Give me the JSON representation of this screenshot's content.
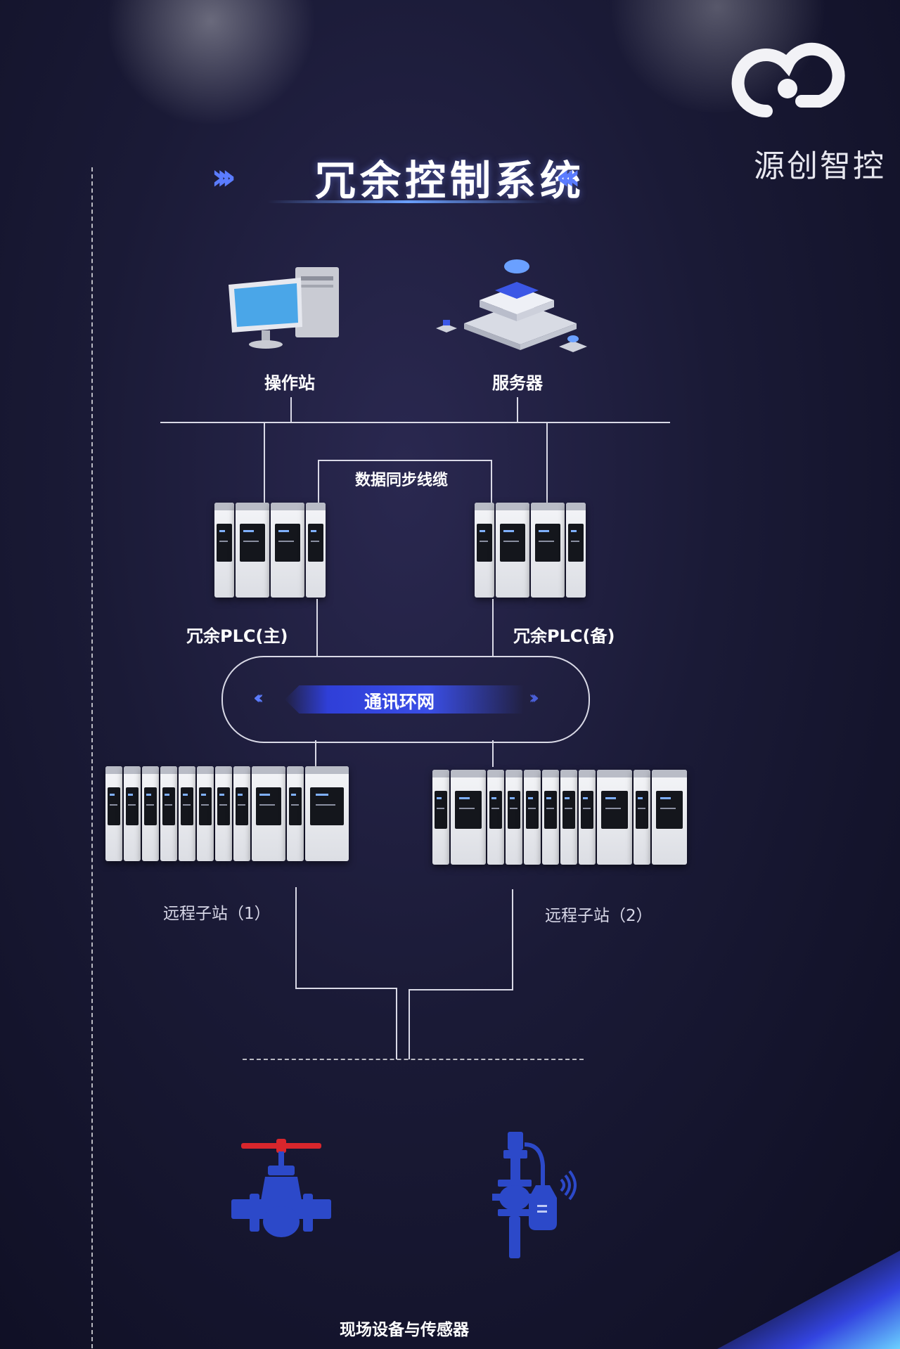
{
  "title": "冗余控制系统",
  "brand": {
    "name": "源创智控"
  },
  "nodes": {
    "operator_station": "操作站",
    "server": "服务器",
    "sync_cable": "数据同步线缆",
    "plc_primary": "冗余PLC(主)",
    "plc_backup": "冗余PLC(备)",
    "comm_ring": "通讯环网",
    "remote_station_1": "远程子站（1）",
    "remote_station_2": "远程子站（2）",
    "field_devices": "现场设备与传感器"
  },
  "colors": {
    "accent": "#3a4ee6",
    "valve_blue": "#2c49c9",
    "valve_handle": "#d8262c",
    "line": "#d9d9e6"
  },
  "icons": [
    "computer-icon",
    "server-cloud-icon",
    "valve-icon",
    "flowmeter-sensor-icon",
    "brand-logo-icon"
  ]
}
